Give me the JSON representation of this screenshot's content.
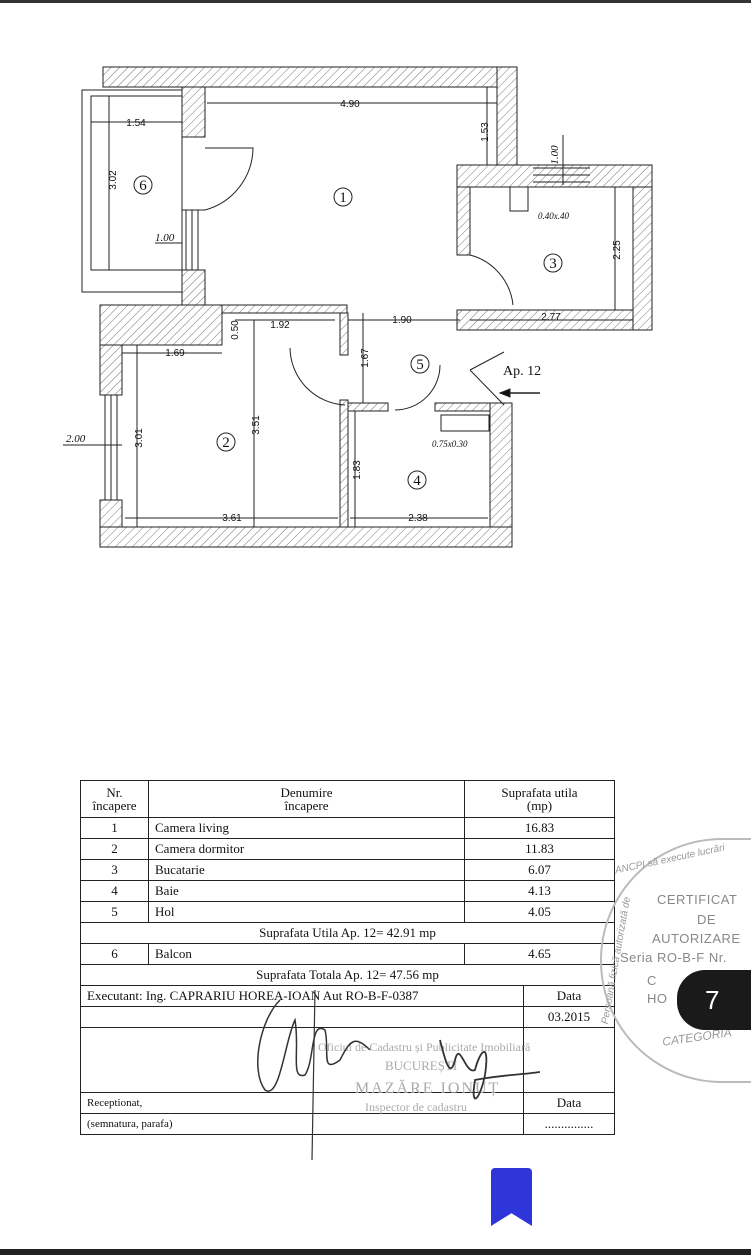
{
  "plan": {
    "rooms": [
      "1",
      "2",
      "3",
      "4",
      "5",
      "6"
    ],
    "dimensions": {
      "living_width": "4.90",
      "living_depth": "1.53",
      "balcony_width": "1.54",
      "balcony_depth": "3.02",
      "balcony_door": "1.00",
      "kitchen_window": "1.00",
      "kitchen_duct": "0.40x.40",
      "kitchen_depth": "2.25",
      "kitchen_width": "2.77",
      "hall_width": "1.90",
      "hall_depth": "1.67",
      "bedroom_step": "0.50",
      "bedroom_top": "1.92",
      "bedroom_top_left": "1.69",
      "bedroom_depth": "3.01",
      "bedroom_depth_full": "3.51",
      "bedroom_width": "3.61",
      "bedroom_window": "2.00",
      "bath_depth": "1.83",
      "bath_width": "2.38",
      "bath_duct": "0.75x0.30"
    },
    "apartment_label": "Ap. 12"
  },
  "table": {
    "headers": {
      "nr": "Nr.\nîncapere",
      "name": "Denumire\nîncapere",
      "area": "Suprafata utila\n(mp)"
    },
    "rows": [
      {
        "nr": "1",
        "name": "Camera living",
        "area": "16.83"
      },
      {
        "nr": "2",
        "name": "Camera dormitor",
        "area": "11.83"
      },
      {
        "nr": "3",
        "name": "Bucatarie",
        "area": "6.07"
      },
      {
        "nr": "4",
        "name": "Baie",
        "area": "4.13"
      },
      {
        "nr": "5",
        "name": "Hol",
        "area": "4.05"
      }
    ],
    "useful_total": "Suprafata Utila  Ap. 12= 42.91 mp",
    "balcony": {
      "nr": "6",
      "name": "Balcon",
      "area": "4.65"
    },
    "grand_total": "Suprafata Totala Ap. 12= 47.56 mp",
    "executant": "Executant: Ing. CAPRARIU HOREA-IOAN  Aut RO-B-F-0387",
    "date_label": "Data",
    "date_value": "03.2015",
    "receptionat": "Receptionat,",
    "semnatura": "(semnatura, parafa)",
    "date_label2": "Data",
    "date_dots": "..............."
  },
  "stamp": {
    "arc_top": "ANCPI să execute lucrări",
    "arc_left": "Persoană fizică autorizată de",
    "line1": "CERTIFICAT",
    "line2": "DE",
    "line3": "AUTORIZARE",
    "line4": "Seria RO-B-F Nr.",
    "line5": "C",
    "line6": "HO",
    "arc_bottom": "CATEGORIA"
  },
  "inspector_stamp": {
    "line1": "Oficiul de Cadastru și Publicitate Imobiliară",
    "line2": "BUCUREȘTI",
    "line3": "MAZĂRE IONUȚ",
    "line4": "Inspector de cadastru"
  },
  "page_badge": "7",
  "colors": {
    "bookmark": "#2e35d9",
    "badge": "#1a1a1a"
  }
}
